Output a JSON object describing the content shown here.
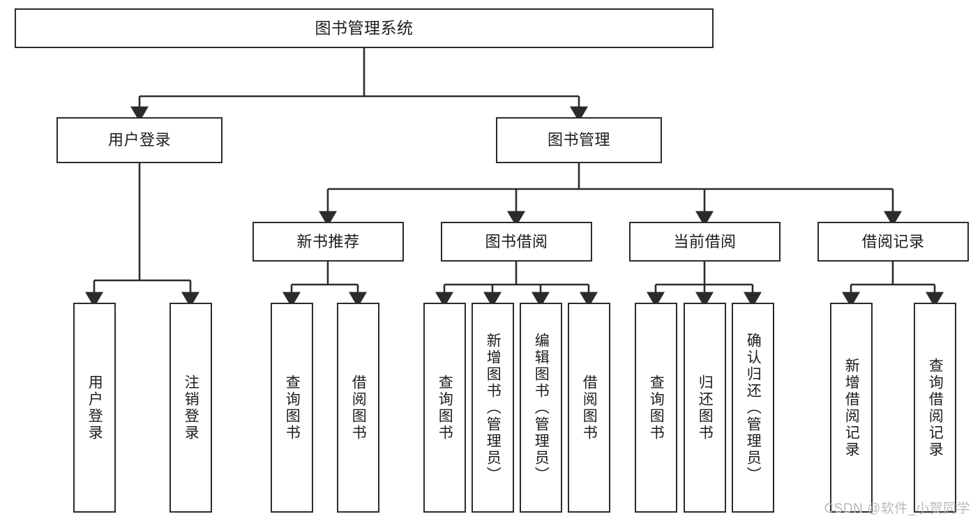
{
  "diagram": {
    "title": "图书管理系统",
    "type": "tree-hierarchy",
    "root": {
      "label": "图书管理系统"
    },
    "level1": [
      {
        "label": "用户登录"
      },
      {
        "label": "图书管理"
      }
    ],
    "level2": [
      {
        "label": "新书推荐"
      },
      {
        "label": "图书借阅"
      },
      {
        "label": "当前借阅"
      },
      {
        "label": "借阅记录"
      }
    ],
    "leaves": [
      {
        "label": "用户登录",
        "parent": "用户登录"
      },
      {
        "label": "注销登录",
        "parent": "用户登录"
      },
      {
        "label": "查询图书",
        "parent": "新书推荐"
      },
      {
        "label": "借阅图书",
        "parent": "新书推荐"
      },
      {
        "label": "查询图书",
        "parent": "图书借阅"
      },
      {
        "label": "新增图书（管理员）",
        "parent": "图书借阅"
      },
      {
        "label": "编辑图书（管理员）",
        "parent": "图书借阅"
      },
      {
        "label": "借阅图书",
        "parent": "图书借阅"
      },
      {
        "label": "查询图书",
        "parent": "当前借阅"
      },
      {
        "label": "归还图书",
        "parent": "当前借阅"
      },
      {
        "label": "确认归还（管理员）",
        "parent": "当前借阅"
      },
      {
        "label": "新增借阅记录",
        "parent": "借阅记录"
      },
      {
        "label": "查询借阅记录",
        "parent": "借阅记录"
      }
    ]
  },
  "watermark": {
    "text": "CSDN @软件_小贺同学"
  },
  "colors": {
    "stroke": "#2b2b2b",
    "fill": "#ffffff",
    "text": "#1c1c1c",
    "watermark": "#b9b9b9"
  }
}
